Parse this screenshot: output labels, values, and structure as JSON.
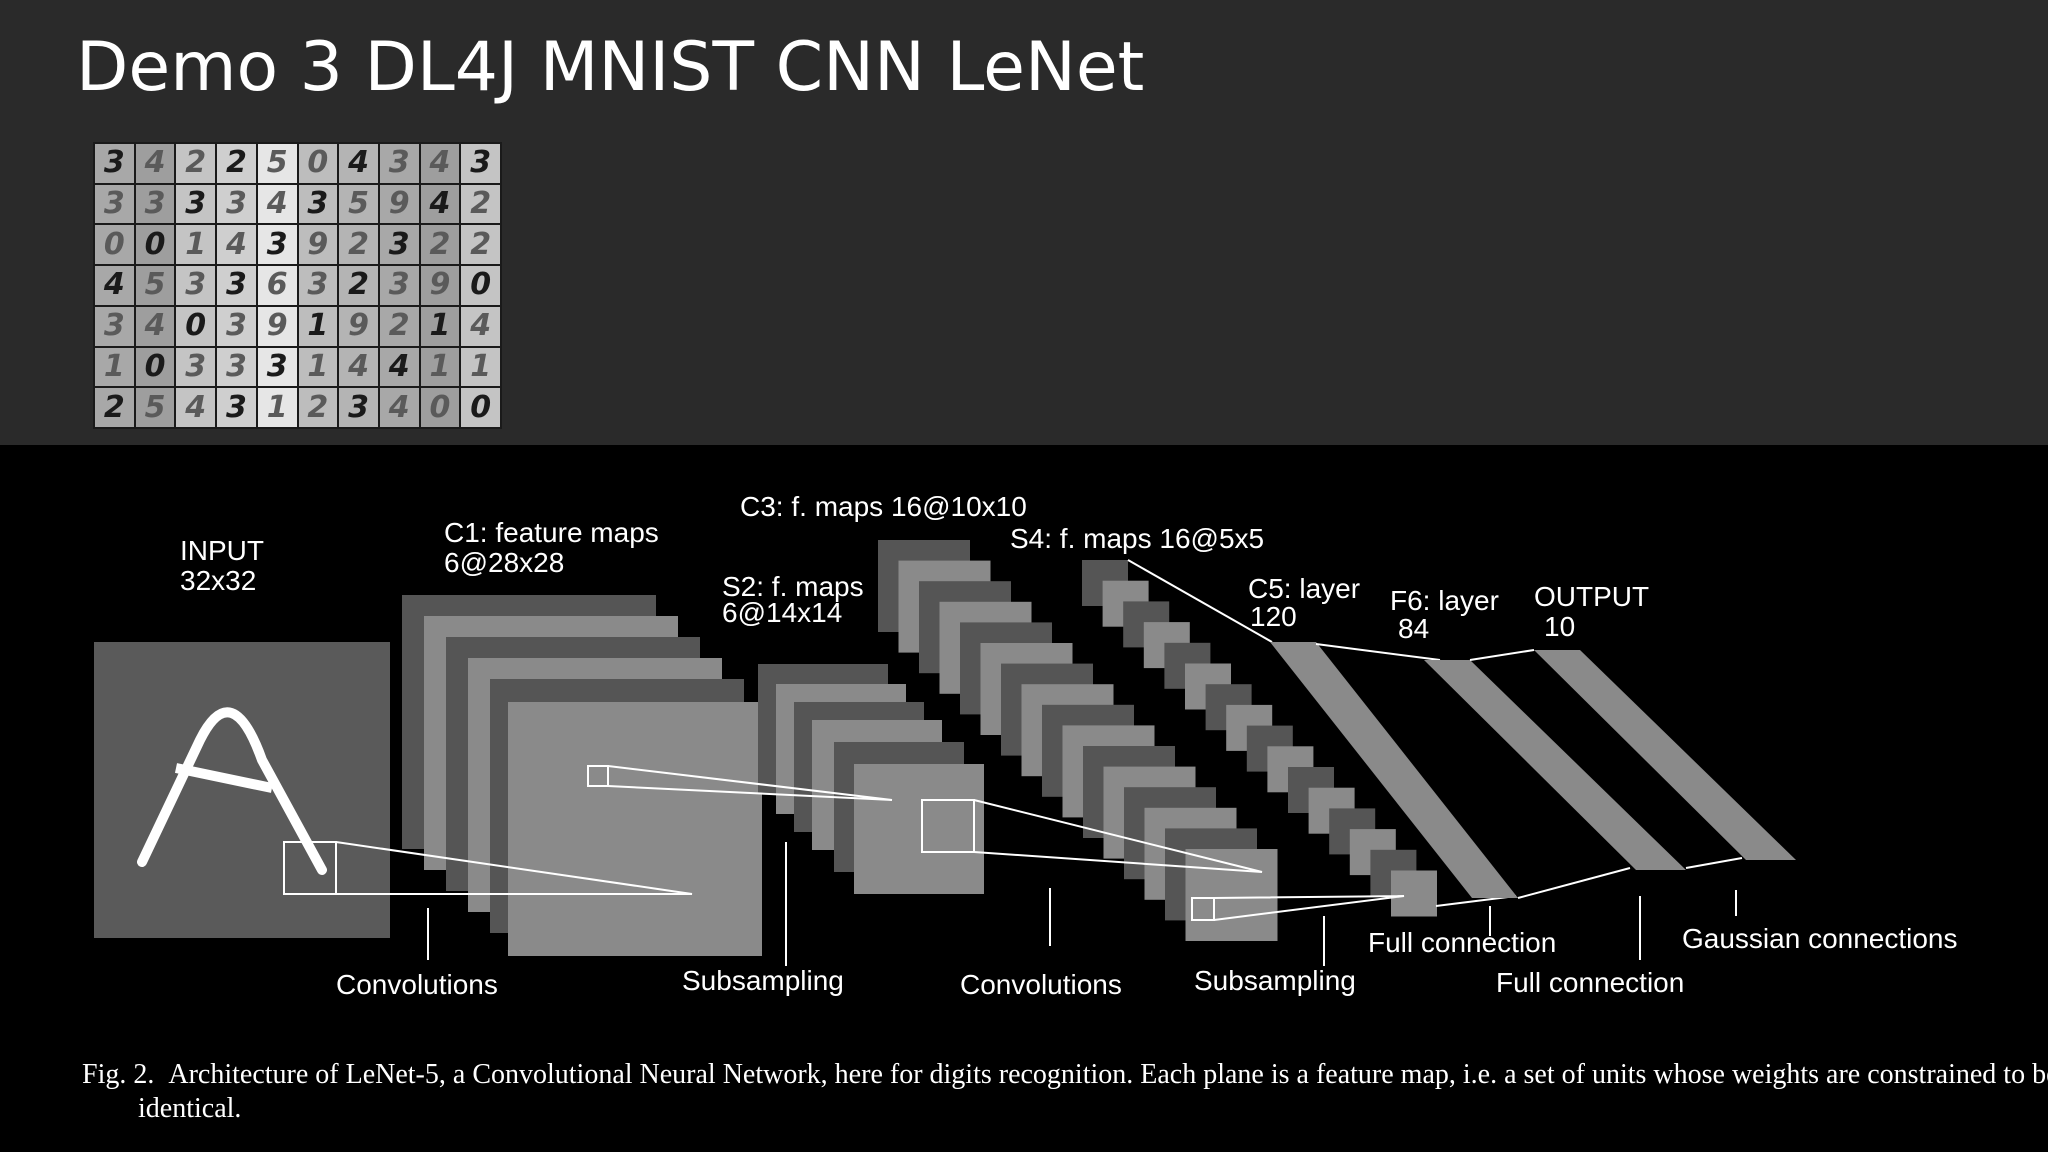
{
  "slide": {
    "title": "Demo 3 DL4J MNIST CNN LeNet"
  },
  "mnist_samples": {
    "rows": [
      [
        "3",
        "4",
        "2",
        "2",
        "5",
        "0",
        "4",
        "3",
        "4",
        "3"
      ],
      [
        "3",
        "3",
        "3",
        "3",
        "4",
        "3",
        "5",
        "9",
        "4",
        "2"
      ],
      [
        "0",
        "0",
        "1",
        "4",
        "3",
        "9",
        "2",
        "3",
        "2",
        "2"
      ],
      [
        "4",
        "5",
        "3",
        "3",
        "6",
        "3",
        "2",
        "3",
        "9",
        "0"
      ],
      [
        "3",
        "4",
        "0",
        "3",
        "9",
        "1",
        "9",
        "2",
        "1",
        "4"
      ],
      [
        "1",
        "0",
        "3",
        "3",
        "3",
        "1",
        "4",
        "4",
        "1",
        "1"
      ],
      [
        "2",
        "5",
        "4",
        "3",
        "1",
        "2",
        "3",
        "4",
        "0",
        "0"
      ]
    ]
  },
  "figure": {
    "labels": {
      "input_title": "INPUT",
      "input_size": "32x32",
      "c1_title": "C1: feature maps",
      "c1_size": "6@28x28",
      "s2_title": "S2: f. maps",
      "s2_size": "6@14x14",
      "c3_title": "C3: f. maps 16@10x10",
      "s4_title": "S4: f. maps 16@5x5",
      "c5_title": "C5: layer",
      "c5_size": "120",
      "f6_title": "F6: layer",
      "f6_size": "84",
      "output_title": "OUTPUT",
      "output_size": "10"
    },
    "operations": {
      "convolutions_1": "Convolutions",
      "subsampling_1": "Subsampling",
      "convolutions_2": "Convolutions",
      "subsampling_2": "Subsampling",
      "full_connection_1": "Full connection",
      "full_connection_2": "Full connection",
      "gaussian": "Gaussian connections"
    },
    "caption_fig_no": "Fig. 2.",
    "caption_text": "Architecture of LeNet-5, a Convolutional Neural Network, here for digits recognition. Each plane is a feature map, i.e. a set of units whose weights are constrained to be identical."
  },
  "colors": {
    "slide_bg": "#2a2a2a",
    "figure_bg": "#000000",
    "plane_light": "#8a8a8a",
    "plane_dark": "#555555",
    "text": "#ffffff"
  }
}
